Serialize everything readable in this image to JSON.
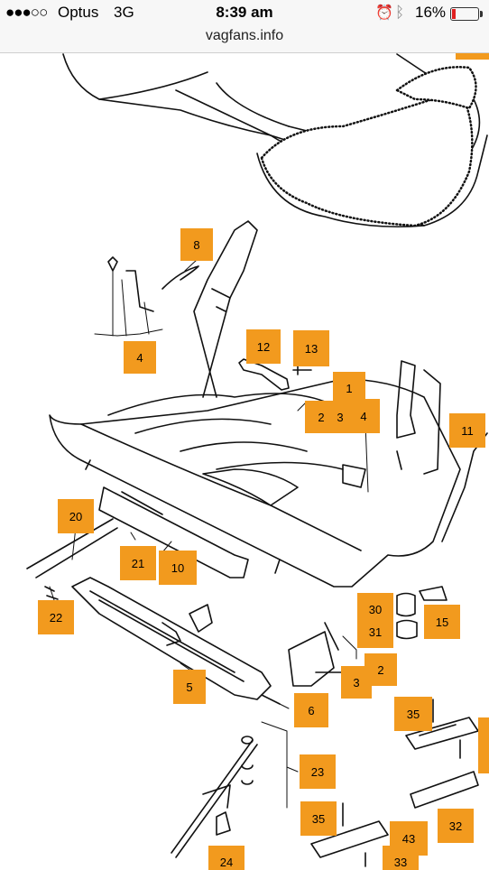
{
  "status_bar": {
    "signal": "●●●○○",
    "carrier": "Optus",
    "network": "3G",
    "time": "8:39 am",
    "alarm_icon": "alarm-clock-icon",
    "bluetooth_icon": "bluetooth-icon",
    "battery_percent": "16%",
    "battery_level": 0.16,
    "battery_color": "#e02020"
  },
  "address_bar": {
    "url": "vagfans.info"
  },
  "diagram": {
    "accent_color": "#f29a1e",
    "callouts": [
      "8",
      "4",
      "12",
      "13",
      "1",
      "2",
      "3",
      "4",
      "11",
      "20",
      "21",
      "10",
      "22",
      "30",
      "31",
      "15",
      "5",
      "3",
      "2",
      "6",
      "35",
      "23",
      "35",
      "43",
      "32",
      "33",
      "24"
    ]
  }
}
